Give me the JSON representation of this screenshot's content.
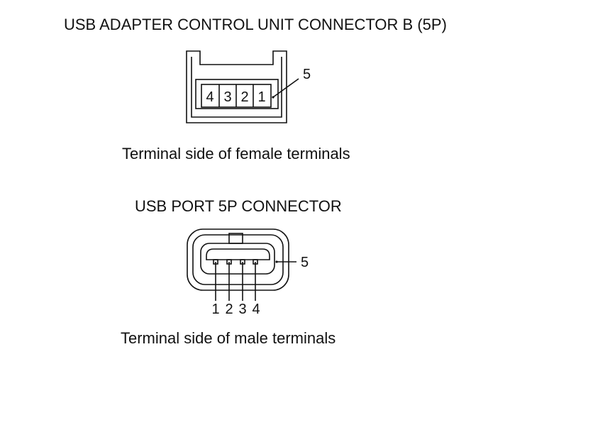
{
  "connector_a": {
    "title": "USB ADAPTER CONTROL UNIT CONNECTOR B (5P)",
    "caption": "Terminal side of female terminals",
    "terminals": [
      "4",
      "3",
      "2",
      "1"
    ],
    "callout": "5"
  },
  "connector_b": {
    "title": "USB PORT 5P CONNECTOR",
    "caption": "Terminal side of male terminals",
    "terminals": [
      "1",
      "2",
      "3",
      "4"
    ],
    "callout": "5"
  }
}
